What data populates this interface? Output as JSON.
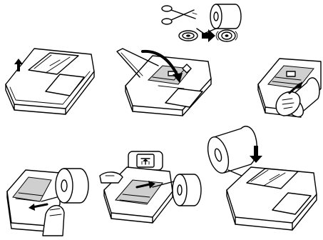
{
  "steps": [
    {
      "id": "step-1",
      "icon": "open-cover-arrow-icon"
    },
    {
      "id": "step-2",
      "icon": "lift-arm-arrow-icon"
    },
    {
      "id": "step-3",
      "icon": "insert-paper-icon"
    },
    {
      "id": "step-4",
      "icon": "feed-paper-icon"
    },
    {
      "id": "step-5",
      "icon": "paper-feed-key-icon"
    },
    {
      "id": "step-6",
      "icon": "press-down-arrow-icon"
    }
  ],
  "prep": {
    "icons": [
      "scissors-icon",
      "paper-roll-icon",
      "disc-icon",
      "arrow-right-icon",
      "disc-with-paper-icon"
    ]
  },
  "callout": {
    "key_symbol": "paper-feed-symbol-icon"
  },
  "colors": {
    "line": "#000000",
    "background": "#ffffff",
    "shade": "#cfcfcf"
  }
}
